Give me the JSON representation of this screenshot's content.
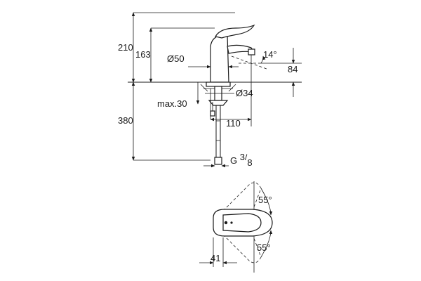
{
  "dimensions": {
    "total_height": "210",
    "spout_height": "163",
    "body_diameter": "Ø50",
    "tilt_angle": "14°",
    "spout_projection": "84",
    "below_deck_length": "380",
    "max_thickness": "max.30",
    "hole_diameter": "Ø34",
    "reach": "110",
    "thread_prefix": "G",
    "thread_num": "3",
    "thread_sep": "/",
    "thread_den": "8",
    "swing_upper": "55°",
    "swing_lower": "55°",
    "handle_offset": "41"
  }
}
